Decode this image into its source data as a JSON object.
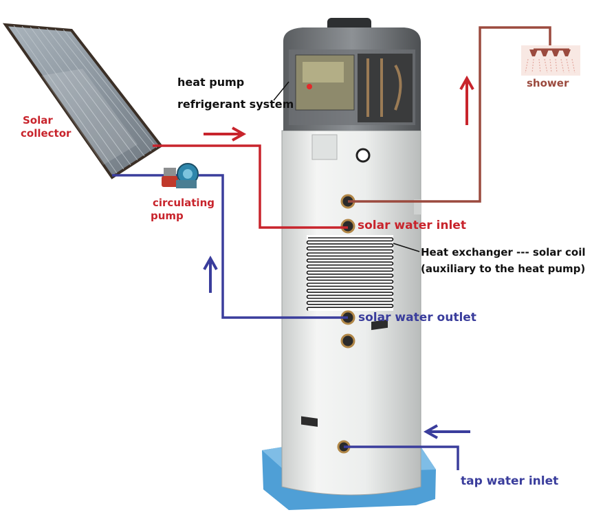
{
  "labels": {
    "heat_pump_line1": "heat pump",
    "heat_pump_line2": "refrigerant system",
    "solar_collector_line1": "Solar",
    "solar_collector_line2": "collector",
    "circulating_line1": "circulating",
    "circulating_line2": "pump",
    "shower": "shower",
    "solar_water_inlet": "solar water inlet",
    "heat_exchanger_line1": "Heat exchanger ---  solar coil",
    "heat_exchanger_line2": "(auxiliary to the heat pump)",
    "solar_water_outlet": "solar water outlet",
    "tap_water_inlet": "tap water inlet"
  },
  "colors": {
    "hot_pipe": "#c8242c",
    "cold_pipe": "#3a3d9c",
    "shower_pipe": "#9b4a3e",
    "tank_body": "#e9ebea",
    "base_foam": "#4f9fd6",
    "panel_frame": "#4a3a2f"
  },
  "icons": {
    "collector": "solar-panel-icon",
    "pump": "circulating-pump-icon",
    "shower": "shower-head-icon",
    "coil": "heat-exchanger-coil-icon"
  }
}
